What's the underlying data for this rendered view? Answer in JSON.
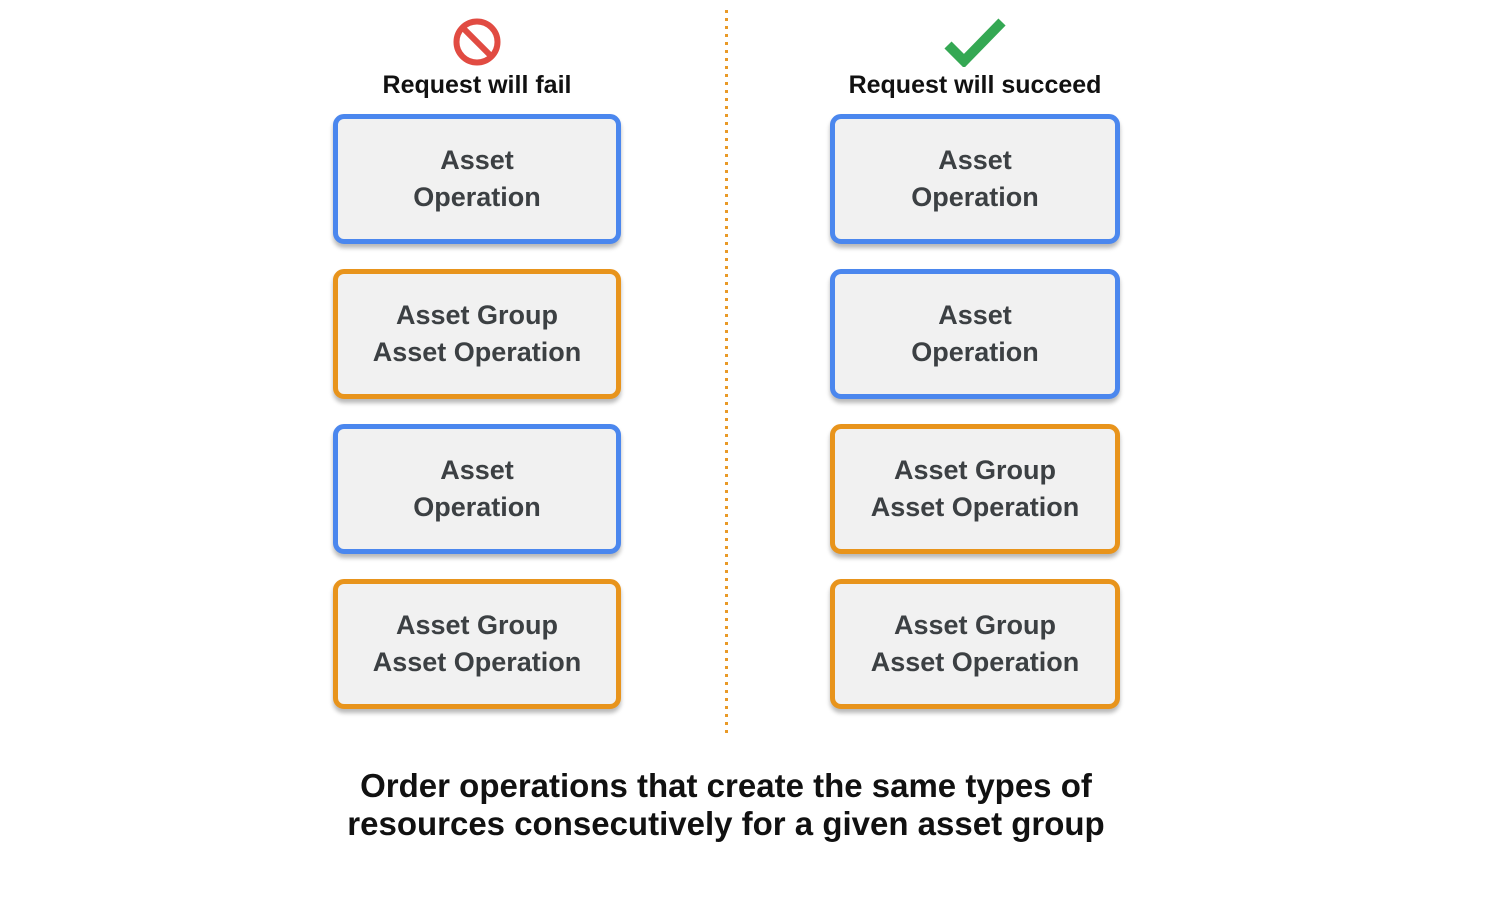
{
  "colors": {
    "blue": "#4b87ee",
    "orange": "#e8941c",
    "red": "#e14b42",
    "green": "#34a853",
    "box-bg": "#f1f1f1",
    "box-text": "#3c4043",
    "heading-text": "#111111"
  },
  "columns": [
    {
      "id": "fail",
      "icon": "prohibition-icon",
      "header": "Request will fail",
      "boxes": [
        {
          "type": "blue",
          "lines": [
            "Asset",
            "Operation"
          ]
        },
        {
          "type": "orange",
          "lines": [
            "Asset Group",
            "Asset Operation"
          ]
        },
        {
          "type": "blue",
          "lines": [
            "Asset",
            "Operation"
          ]
        },
        {
          "type": "orange",
          "lines": [
            "Asset Group",
            "Asset Operation"
          ]
        }
      ]
    },
    {
      "id": "succeed",
      "icon": "checkmark-icon",
      "header": "Request will succeed",
      "boxes": [
        {
          "type": "blue",
          "lines": [
            "Asset",
            "Operation"
          ]
        },
        {
          "type": "blue",
          "lines": [
            "Asset",
            "Operation"
          ]
        },
        {
          "type": "orange",
          "lines": [
            "Asset Group",
            "Asset Operation"
          ]
        },
        {
          "type": "orange",
          "lines": [
            "Asset Group",
            "Asset Operation"
          ]
        }
      ]
    }
  ],
  "caption": {
    "line1": "Order operations that create the same types of",
    "line2": "resources consecutively for a given asset group"
  }
}
